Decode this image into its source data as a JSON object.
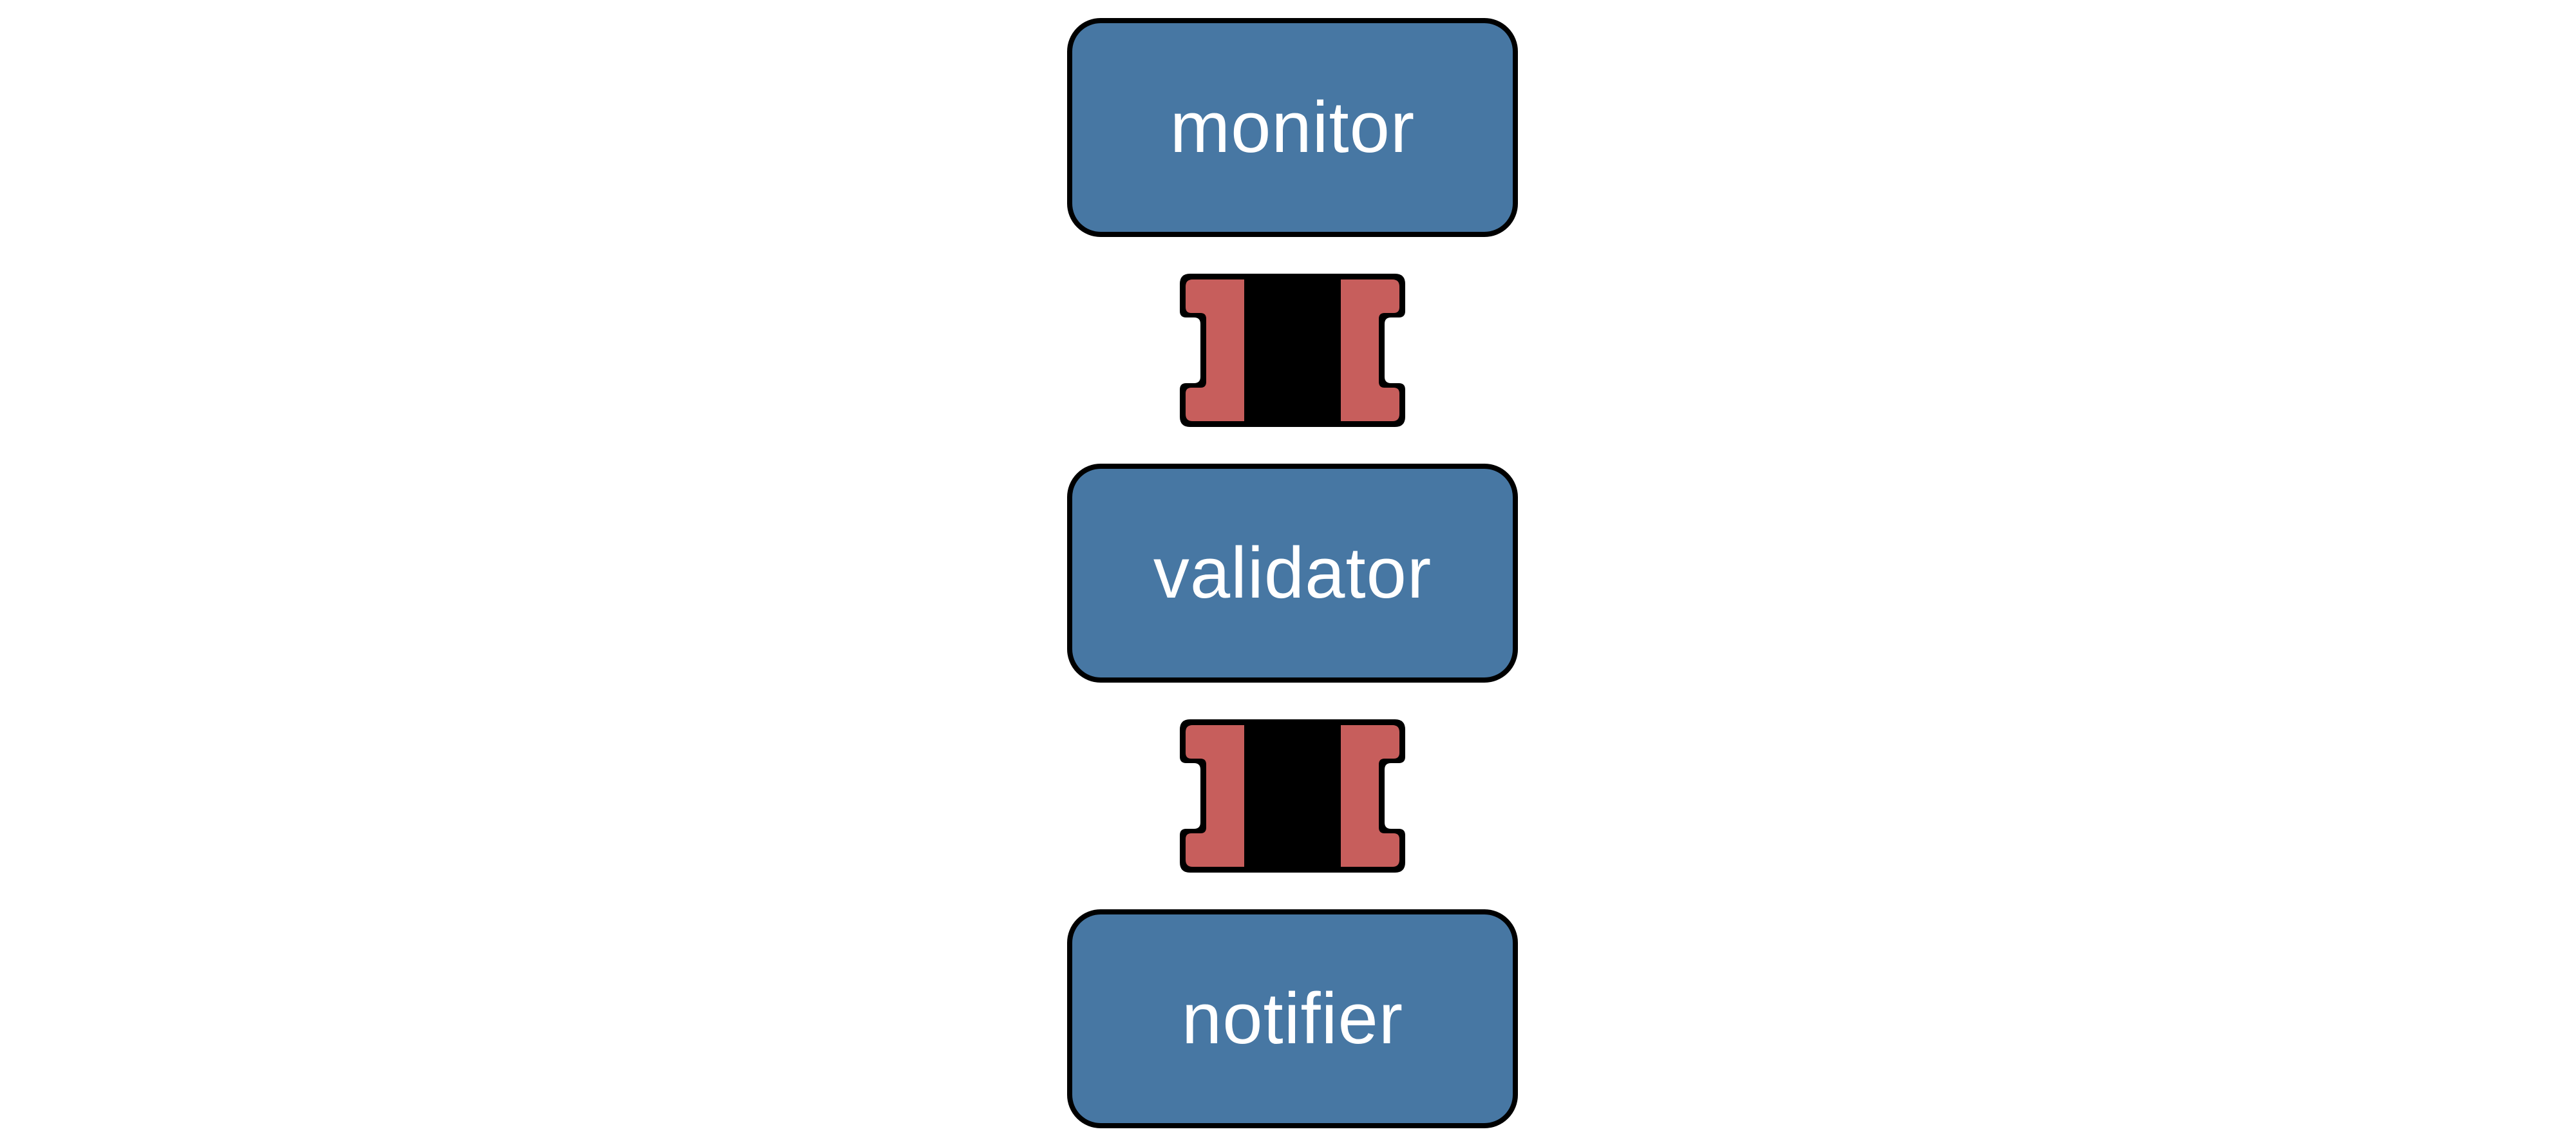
{
  "diagram": {
    "title": null,
    "nodes": [
      {
        "id": "monitor",
        "label": "monitor"
      },
      {
        "id": "validator",
        "label": "validator"
      },
      {
        "id": "notifier",
        "label": "notifier"
      }
    ],
    "connectors": [
      {
        "between": [
          "monitor",
          "validator"
        ],
        "icon": "assembly-connector-icon"
      },
      {
        "between": [
          "validator",
          "notifier"
        ],
        "icon": "assembly-connector-icon"
      }
    ],
    "colors": {
      "background": "#FFFFFF",
      "node_fill": "#4777A3",
      "node_border": "#000000",
      "node_text": "#FFFFFF",
      "connector_body": "#000000",
      "connector_cap": "#C75E5C"
    }
  }
}
